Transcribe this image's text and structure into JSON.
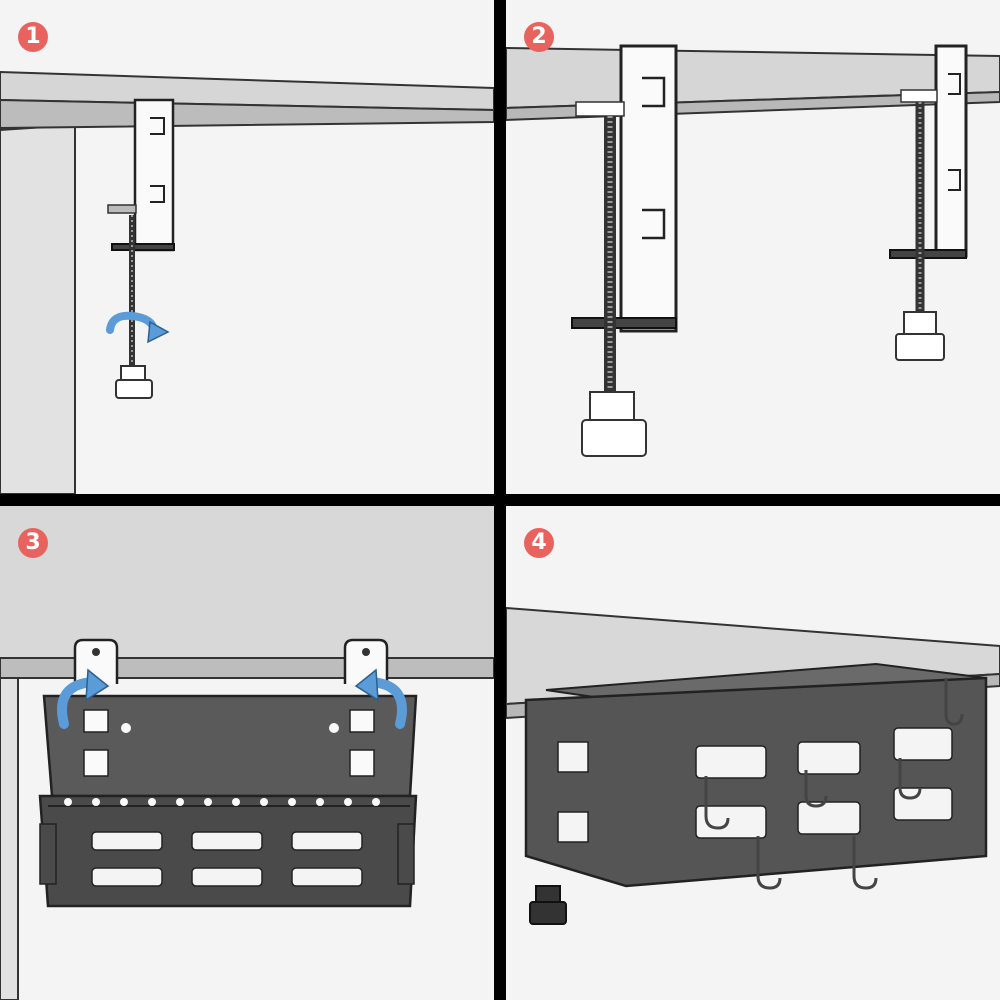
{
  "colors": {
    "badge": "#e8625e",
    "arrow": "#5a9bd8",
    "metal": "#4a4a4a",
    "desk": "#d8d8d8"
  },
  "steps": [
    {
      "number": "1",
      "icon": "rotate-arrow-icon"
    },
    {
      "number": "2",
      "icon": "clamp-icon"
    },
    {
      "number": "3",
      "icon": "curved-arrow-icon"
    },
    {
      "number": "4",
      "icon": "basket-icon"
    }
  ]
}
